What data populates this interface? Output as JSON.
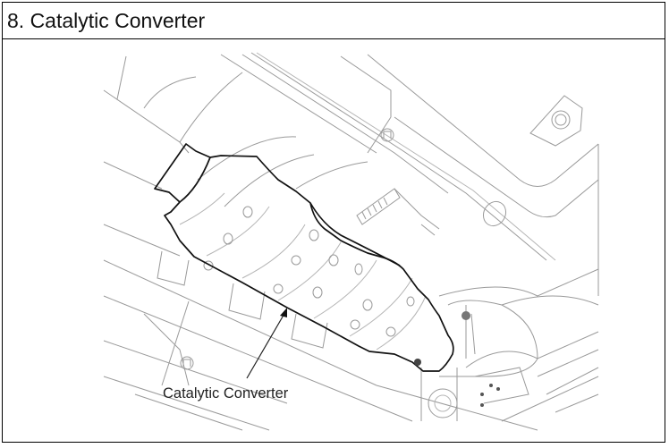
{
  "section": {
    "number": "8.",
    "title": "8. Catalytic Converter"
  },
  "figure": {
    "description": "Underbody line illustration showing the catalytic converter location",
    "callouts": [
      {
        "label": "Catalytic Converter",
        "target": "catalytic-converter"
      }
    ],
    "colors": {
      "outline": "#111111",
      "background_lines": "#9a9a9a",
      "page": "#ffffff",
      "border": "#000000"
    }
  }
}
